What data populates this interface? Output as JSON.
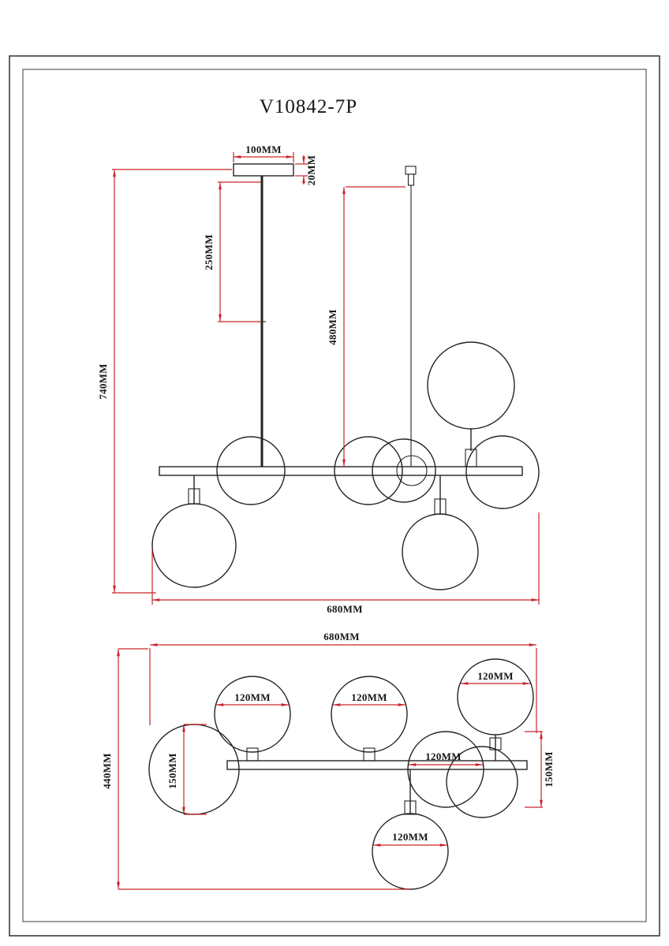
{
  "title": "V10842-7P",
  "colors": {
    "line": "#232323",
    "dim": "#c9252c"
  },
  "side_view": {
    "dim_canopy_width": "100MM",
    "dim_canopy_height": "20MM",
    "dim_rod_length": "250MM",
    "dim_total_height": "740MM",
    "dim_cable_drop": "480MM",
    "dim_overall_width": "680MM"
  },
  "top_view": {
    "dim_overall_width": "680MM",
    "dim_overall_depth": "440MM",
    "dim_globe_large_left": "150MM",
    "dim_globe_large_right": "150MM",
    "dim_globe_top_left": "120MM",
    "dim_globe_top_center": "120MM",
    "dim_globe_top_right": "120MM",
    "dim_globe_middle": "120MM",
    "dim_globe_bottom": "120MM"
  }
}
